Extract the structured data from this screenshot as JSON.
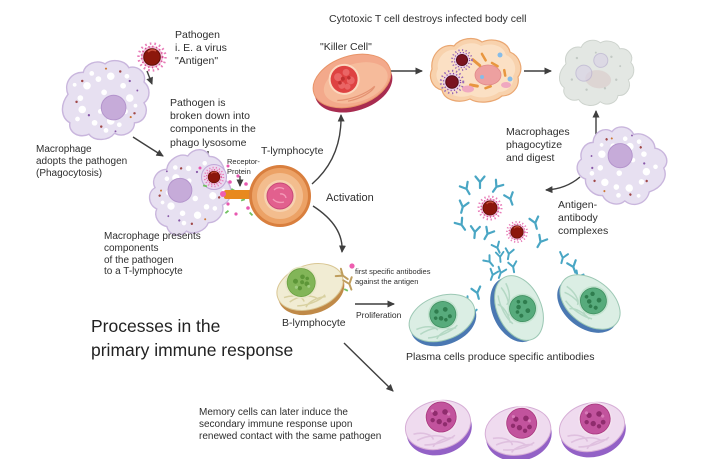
{
  "diagram": {
    "main_title": "Processes in the\nprimary immune response",
    "top_title": "Cytotoxic T cell destroys infected body cell",
    "labels": {
      "pathogen": "Pathogen\ni. E. a virus\n\"Antigen\"",
      "macrophage_adopts": "Macrophage\nadopts the pathogen\n(Phagocytosis)",
      "pathogen_broken": "Pathogen is\nbroken down into\ncomponents in the\nphago lysosome",
      "receptor_protein": "Receptor-\nProtein",
      "t_lymphocyte": "T-lymphocyte",
      "activation": "Activation",
      "killer_cell": "\"Killer Cell\"",
      "macrophage_presents": "Macrophage presents\ncomponents\nof the pathogen\nto a T-lymphocyte",
      "macrophages_phagocytize": "Macrophages\nphagocytize\nand digest",
      "antigen_antibody": "Antigen-\nantibody\ncomplexes",
      "first_antibodies": "first specific antibodies\nagainst the antigen",
      "b_lymphocyte": "B-lymphocyte",
      "proliferation": "Proliferation",
      "plasma_caption": "Plasma cells produce specific antibodies",
      "memory_caption": "Memory cells can later induce the\nsecondary immune response upon\nrenewed contact with the same pathogen"
    },
    "entities": [
      "virus-antigen",
      "macrophage",
      "macrophage-presenting",
      "t-lymphocyte",
      "killer-cell",
      "infected-body-cell",
      "destroyed-cell",
      "macrophage-digesting",
      "antigen-antibody-complex",
      "b-lymphocyte",
      "plasma-cell",
      "memory-cell",
      "antibody"
    ],
    "palette": {
      "arrow": "#3f3f3f",
      "text": "#2e2e2e",
      "macrophage_body": "#e7e0f1",
      "macrophage_edge": "#c9b6dd",
      "macrophage_nucleus": "#c6abd9",
      "virus_core": "#8c170c",
      "virus_spikes": "#e87cb8",
      "t_cell_body": "#eca266",
      "t_cell_nucleus": "#e2608e",
      "killer_body": "#f3a98b",
      "killer_nucleus": "#de4242",
      "killer_rim": "#a82c50",
      "infected_body": "#f8d2ad",
      "dead_body": "#e3e7e3",
      "b_cell_body": "#f1ecd3",
      "b_cell_rim": "#c08a48",
      "b_cell_nucleus": "#82b558",
      "plasma_body": "#dbeee4",
      "plasma_rim": "#4a78b2",
      "plasma_nucleus": "#57ab7c",
      "memory_body": "#efdbef",
      "memory_rim": "#9361c6",
      "memory_nucleus": "#c2539d",
      "antibody": "#49a6c4"
    }
  }
}
